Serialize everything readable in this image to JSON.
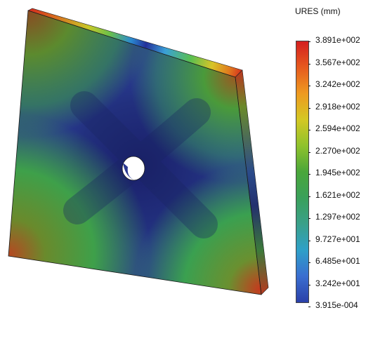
{
  "legend": {
    "title": "URES (mm)",
    "ticks": [
      "3.891e+002",
      "3.567e+002",
      "3.242e+002",
      "2.918e+002",
      "2.594e+002",
      "2.270e+002",
      "1.945e+002",
      "1.621e+002",
      "1.297e+002",
      "9.727e+001",
      "6.485e+001",
      "3.242e+001",
      "3.915e-004"
    ],
    "colors": [
      "#d41f1f",
      "#e65a1e",
      "#ee9a20",
      "#d4c824",
      "#8fc22c",
      "#4aa63a",
      "#3aa05a",
      "#3aa08a",
      "#2ea0c8",
      "#3a6ed0",
      "#2a40a8"
    ]
  }
}
